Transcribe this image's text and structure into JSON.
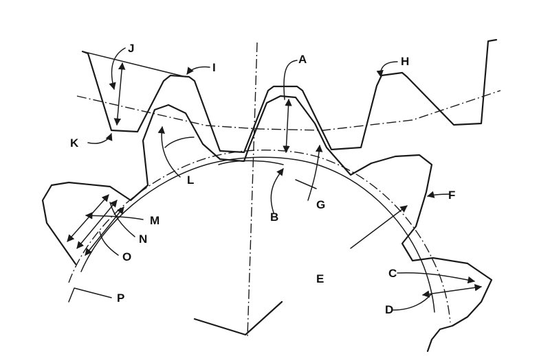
{
  "labels": {
    "a": "A",
    "b": "B",
    "c": "C",
    "d": "D",
    "e": "E",
    "f": "F",
    "g": "G",
    "h": "H",
    "i": "I",
    "j": "J",
    "k": "K",
    "l": "L",
    "m": "M",
    "n": "N",
    "o": "O",
    "p": "P"
  },
  "colors": {
    "ink": "#1a1a1a",
    "background": "#ffffff"
  }
}
